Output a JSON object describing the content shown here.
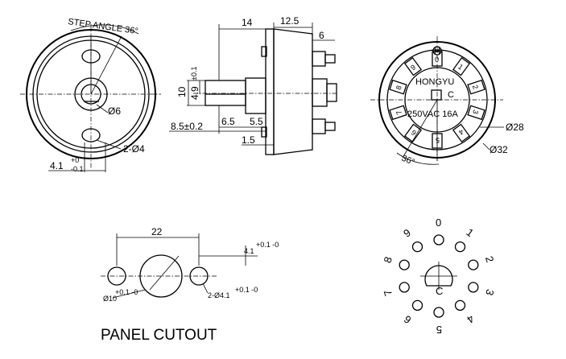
{
  "front_view": {
    "step_angle_label": "STEP ANGLE 36°",
    "shaft_dia": "Ø6",
    "holes_label": "2-Ø4",
    "offset_label": "4.1",
    "offset_tol_upper": "+0",
    "offset_tol_lower": "-0.1"
  },
  "side_view": {
    "dim_body_length": "14",
    "dim_housing": "12.5",
    "dim_terminal": "6",
    "dim_shaft_height": "10",
    "dim_flat": "4.9",
    "dim_flat_tol": "±0.1",
    "dim_shaft_length": "8.5±0.2",
    "dim_bush_a": "6.5",
    "dim_bush_b": "5.5",
    "dim_flange": "1.5"
  },
  "rear_view": {
    "brand": "HONGYU",
    "logo_letter": "H",
    "rating": "250VAC 16A",
    "common_label": "C",
    "outer_dia": "Ø32",
    "inner_dia": "Ø28",
    "angle_label": "36°",
    "terminal_numbers": [
      "1",
      "2",
      "3",
      "4",
      "5",
      "6",
      "7",
      "8",
      "9",
      "0"
    ]
  },
  "panel_cutout": {
    "title": "PANEL CUTOUT",
    "dim_spacing": "22",
    "dim_offset": "4.1",
    "dim_offset_tol": "+0.1 -0",
    "center_hole": "Ø10",
    "center_hole_tol": "+0.1 -0",
    "side_holes": "2-Ø4.1",
    "side_holes_tol": "+0.1 -0"
  },
  "pin_layout": {
    "common_label": "C",
    "positions": [
      "0",
      "1",
      "2",
      "3",
      "4",
      "5",
      "6",
      "7",
      "8",
      "9"
    ]
  }
}
